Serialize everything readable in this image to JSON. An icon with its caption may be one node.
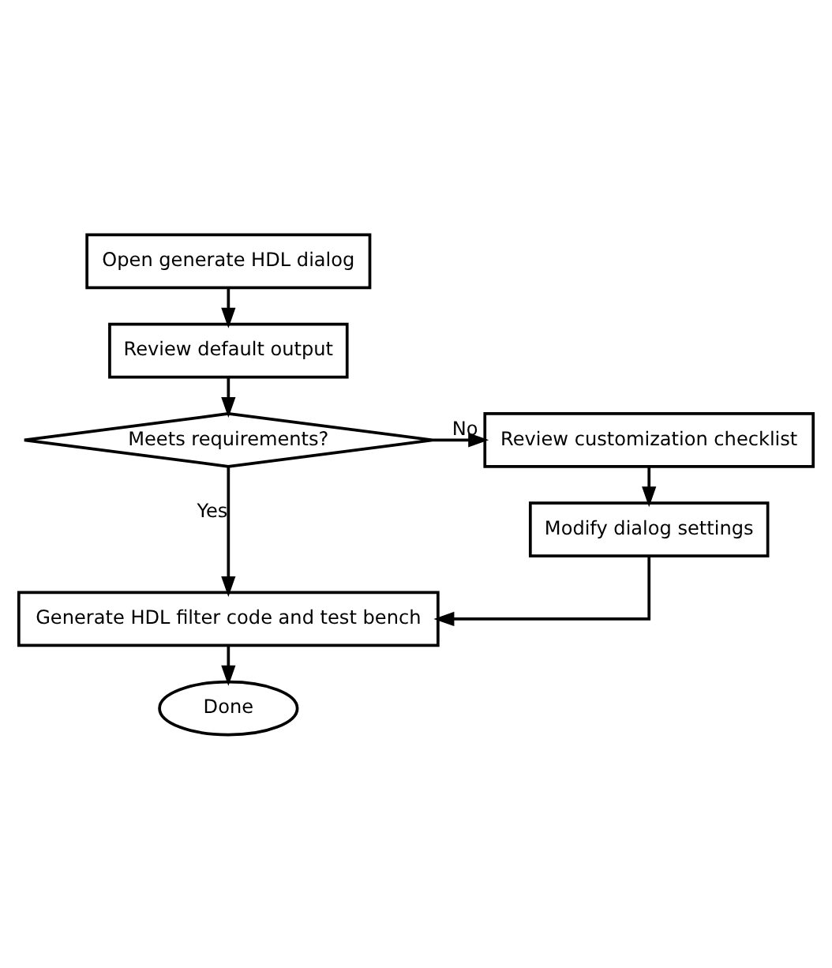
{
  "diagram": {
    "nodes": [
      {
        "text": [
          "Open generate HDL dialog"
        ]
      },
      {
        "text": [
          "Review default output"
        ]
      },
      {
        "text": [
          "Meets requirements?"
        ]
      },
      {
        "text": [
          "Review customization checklist"
        ]
      },
      {
        "text": [
          "Modify dialog settings"
        ]
      },
      {
        "text": [
          "Generate HDL filter code and test bench"
        ]
      },
      {
        "text": [
          "Done"
        ]
      }
    ],
    "edges": [
      {
        "from": 0,
        "to": 1,
        "arrow": "to"
      },
      {
        "from": 1,
        "to": 2,
        "arrow": "to"
      },
      {
        "from": 2,
        "to": 3,
        "arrow": "to",
        "label": "No"
      },
      {
        "from": 3,
        "to": 4,
        "arrow": "to"
      },
      {
        "from": 2,
        "to": 5,
        "arrow": "to",
        "label": "Yes"
      },
      {
        "from": 4,
        "to": 5,
        "arrow": "to"
      },
      {
        "from": 5,
        "to": 6,
        "arrow": "to"
      }
    ]
  }
}
